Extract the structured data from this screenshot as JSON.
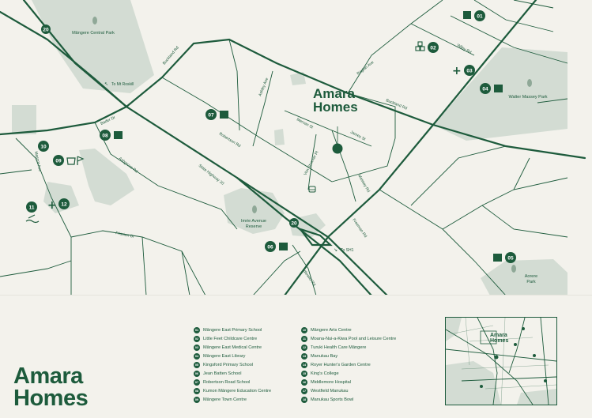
{
  "brand": {
    "name_line1": "Amara",
    "name_line2": "Homes"
  },
  "map": {
    "development_label_line1": "Amara",
    "development_label_line2": "Homes",
    "roads": {
      "route20_shield": "20",
      "buckland_rd_nw": "Buckland Rd",
      "buckland_rd_e": "Buckland Rd",
      "bader_dr": "Bader Dr",
      "robertson_rd": "Robertson Rd",
      "state_highway_20": "State Highway 20",
      "ashgrove_rd": "Ashgrove Rd",
      "massey_rd": "Massey Rd",
      "james_st": "James St",
      "mervan_st": "Mervan St",
      "von_sturmer_pl": "Von Sturmer Pl",
      "ashley_ave": "Ashley Ave",
      "raglan_ave": "Raglan Ave",
      "wiley_rd": "Wiley Rd",
      "freeman_rd": "Freeman Rd",
      "idlewild_rd": "Idlewild Rd",
      "frisston_dr": "Frission Dr",
      "mascot_ave": "Mascot Ave",
      "tidal_rd": "Tidal Rd"
    },
    "places": {
      "mangere_central_park": "Māngere Central Park",
      "walter_massey_park": "Walter Massey Park",
      "imrie_avenue_reserve_l1": "Imrie Avenue",
      "imrie_avenue_reserve_l2": "Reserve",
      "aorere_park_l1": "Aorere",
      "aorere_park_l2": "Park"
    },
    "directions": {
      "to_mt_roskill": "To Mt Roskill",
      "to_sh1": "To SH1"
    },
    "markers": {
      "m01": "01",
      "m02": "02",
      "m03": "03",
      "m04": "04",
      "m05": "05",
      "m06": "06",
      "m07": "07",
      "m08": "08",
      "m09": "09",
      "m10": "10",
      "m11": "11",
      "m12": "12"
    }
  },
  "legend": {
    "column1": [
      {
        "num": "01",
        "label": "Māngere East Primary School"
      },
      {
        "num": "02",
        "label": "Little Feet Childcare Centre"
      },
      {
        "num": "03",
        "label": "Māngere East Medical Centre"
      },
      {
        "num": "04",
        "label": "Māngere East Library"
      },
      {
        "num": "05",
        "label": "Kingsford Primary School"
      },
      {
        "num": "06",
        "label": "Jean Batten School"
      },
      {
        "num": "07",
        "label": "Robertson Road School"
      },
      {
        "num": "08",
        "label": "Kumon Māngere Education Centre"
      },
      {
        "num": "09",
        "label": "Māngere Town Centre"
      }
    ],
    "column2": [
      {
        "num": "10",
        "label": "Māngere Arts Centre"
      },
      {
        "num": "11",
        "label": "Moana-Nui-a-Kiwa Pool and Leisure Centre"
      },
      {
        "num": "12",
        "label": "Turuki Health Care Māngere"
      },
      {
        "num": "13",
        "label": "Manukau Bay"
      },
      {
        "num": "14",
        "label": "Royer Hunter's Garden Centre"
      },
      {
        "num": "15",
        "label": "King's College"
      },
      {
        "num": "16",
        "label": "Middlemore Hospital"
      },
      {
        "num": "17",
        "label": "Westfield Manukau"
      },
      {
        "num": "18",
        "label": "Manukau Sports Bowl"
      }
    ]
  },
  "inset": {
    "label_line1": "Amara",
    "label_line2": "Homes"
  },
  "colors": {
    "primary": "#1d5b3c",
    "background": "#f3f2ec",
    "park": "#d3dcd3",
    "road": "#1d5b3c"
  }
}
